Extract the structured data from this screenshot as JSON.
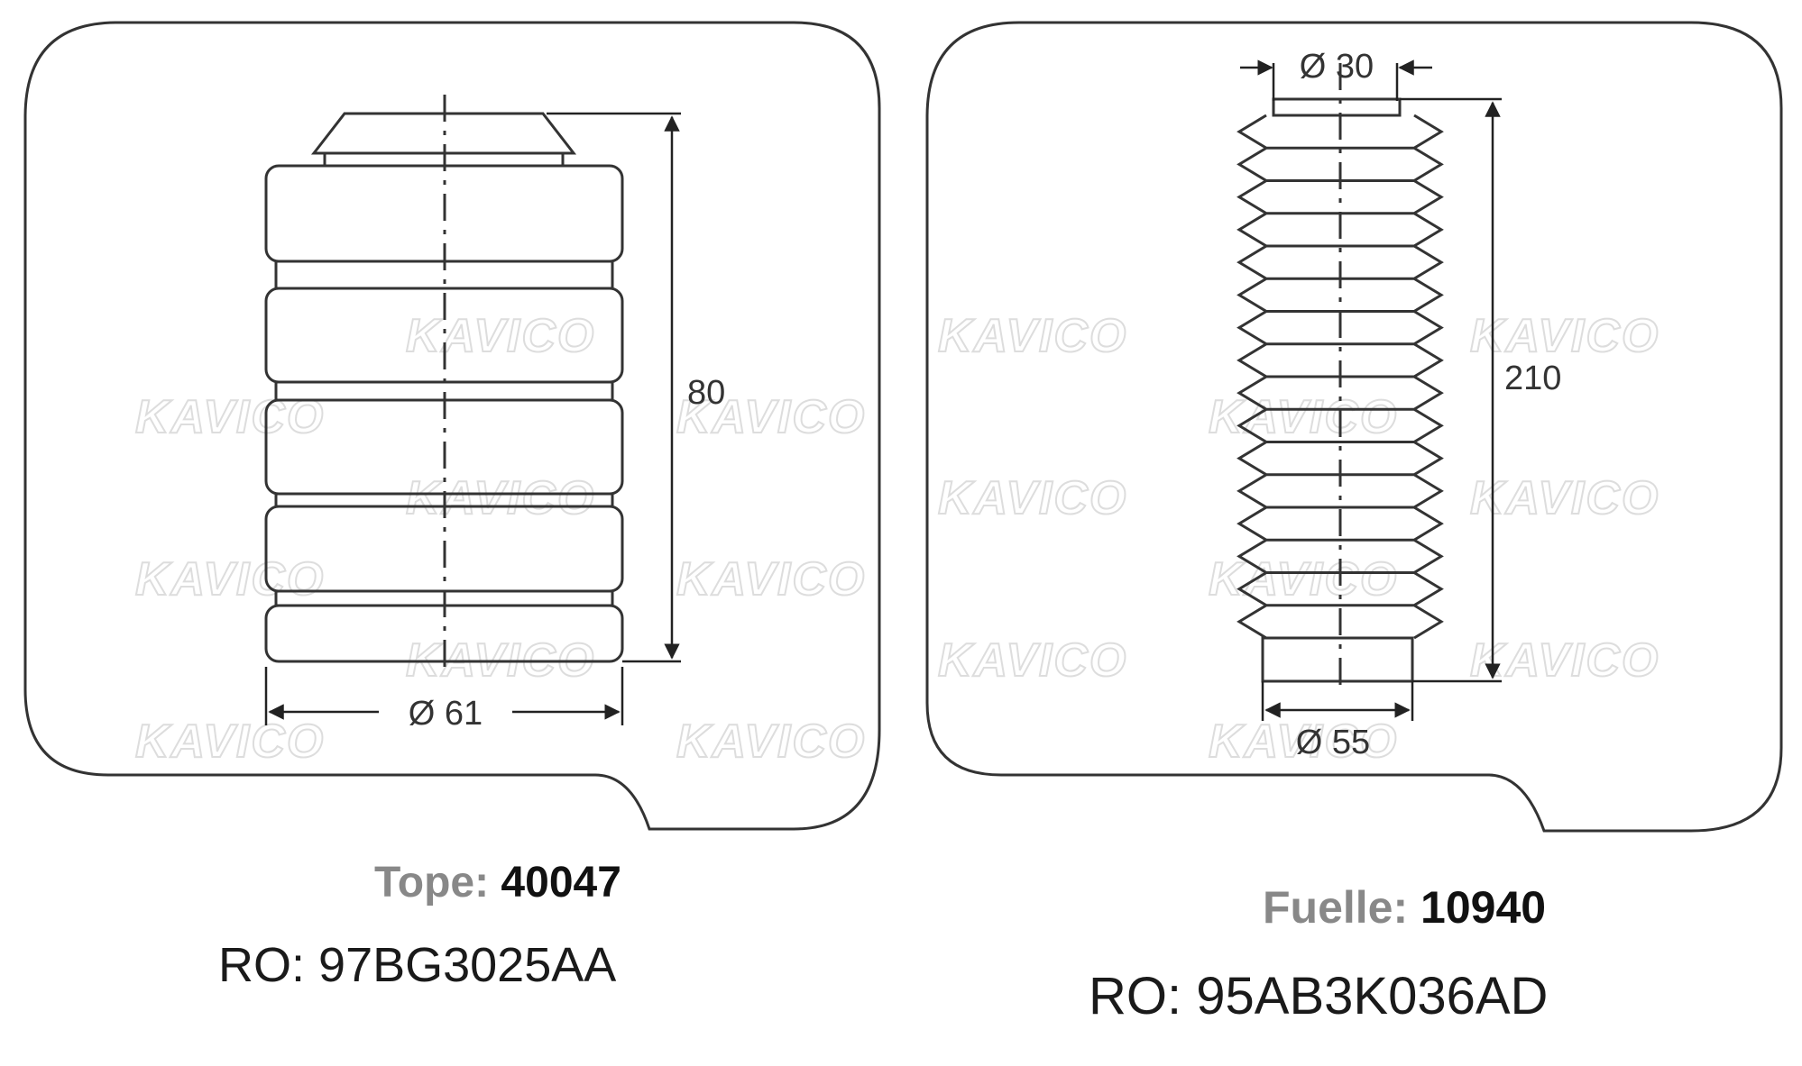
{
  "watermark": "KAVICO",
  "parts": [
    {
      "id": "tope",
      "type_label": "Tope:",
      "part_number": "40047",
      "ro_label": "RO:",
      "ro_number": "97BG3025AA",
      "height_dim": "80",
      "diameter_dim": "Ø 61"
    },
    {
      "id": "fuelle",
      "type_label": "Fuelle:",
      "part_number": "10940",
      "ro_label": "RO:",
      "ro_number": "95AB3K036AD",
      "height_dim": "210",
      "top_diameter_dim": "Ø 30",
      "bottom_diameter_dim": "Ø 55"
    }
  ]
}
